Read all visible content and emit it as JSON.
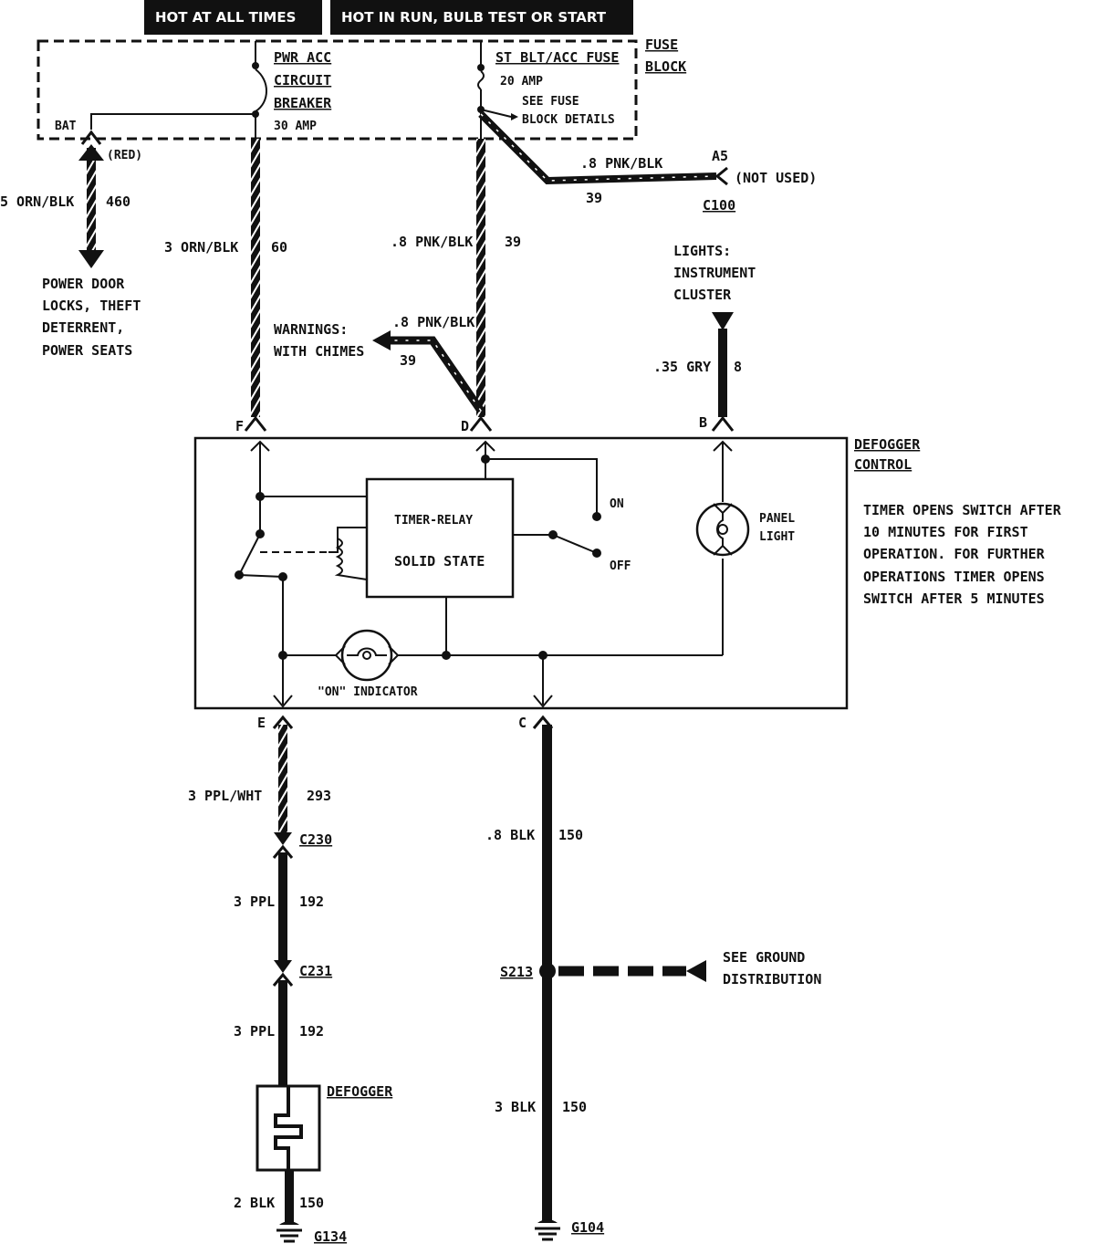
{
  "header": {
    "hot_at_all_times": "HOT AT ALL TIMES",
    "hot_in_run": "HOT IN RUN,   BULB TEST OR START"
  },
  "fuse_block": {
    "label_1": "FUSE",
    "label_2": "BLOCK",
    "bat": "BAT",
    "red": "(RED)",
    "breaker_1": "PWR ACC",
    "breaker_2": "CIRCUIT",
    "breaker_3": "BREAKER",
    "breaker_amp": "30 AMP",
    "fuse_name": "ST BLT/ACC FUSE",
    "fuse_amp": "20 AMP",
    "see_fuse_1": "SEE FUSE",
    "see_fuse_2": "BLOCK DETAILS"
  },
  "wires": {
    "w460_color": "5 ORN/BLK",
    "w460_num": "460",
    "w60_color": "3 ORN/BLK",
    "w60_num": "60",
    "w39_color": ".8 PNK/BLK",
    "w39_num": "39",
    "w39b_color": ".8 PNK/BLK",
    "w39b_num": "39",
    "w39c_color": ".8 PNK/BLK",
    "w39c_num": "39",
    "w8_color": ".35 GRY",
    "w8_num": "8",
    "w293_color": "3 PPL/WHT",
    "w293_num": "293",
    "w192a_color": "3 PPL",
    "w192a_num": "192",
    "w192b_color": "3 PPL",
    "w192b_num": "192",
    "w150a_color": "2 BLK",
    "w150a_num": "150",
    "w150b_color": ".8 BLK",
    "w150b_num": "150",
    "w150c_color": "3 BLK",
    "w150c_num": "150"
  },
  "destinations": {
    "power_1": "POWER DOOR",
    "power_2": "LOCKS, THEFT",
    "power_3": "DETERRENT,",
    "power_4": "POWER SEATS",
    "warn_1": "WARNINGS:",
    "warn_2": "WITH CHIMES",
    "lights_1": "LIGHTS:",
    "lights_2": "INSTRUMENT",
    "lights_3": "CLUSTER",
    "a5": "A5",
    "not_used": "(NOT USED)",
    "c100": "C100"
  },
  "control": {
    "title_1": "DEFOGGER",
    "title_2": "CONTROL",
    "timer_relay": "TIMER-RELAY",
    "solid_state": "SOLID STATE",
    "on": "ON",
    "off": "OFF",
    "panel_1": "PANEL",
    "panel_2": "LIGHT",
    "on_indicator": "\"ON\" INDICATOR",
    "pin_f": "F",
    "pin_d": "D",
    "pin_b": "B",
    "pin_e": "E",
    "pin_c": "C"
  },
  "note": {
    "l1": "TIMER OPENS SWITCH AFTER",
    "l2": "10 MINUTES FOR FIRST",
    "l3": "OPERATION.  FOR FURTHER",
    "l4": "OPERATIONS TIMER OPENS",
    "l5": "SWITCH AFTER 5 MINUTES"
  },
  "lower": {
    "c230": "C230",
    "c231": "C231",
    "defogger": "DEFOGGER",
    "g134": "G134",
    "s213": "S213",
    "see_ground_1": "SEE GROUND",
    "see_ground_2": "DISTRIBUTION",
    "g104": "G104"
  }
}
